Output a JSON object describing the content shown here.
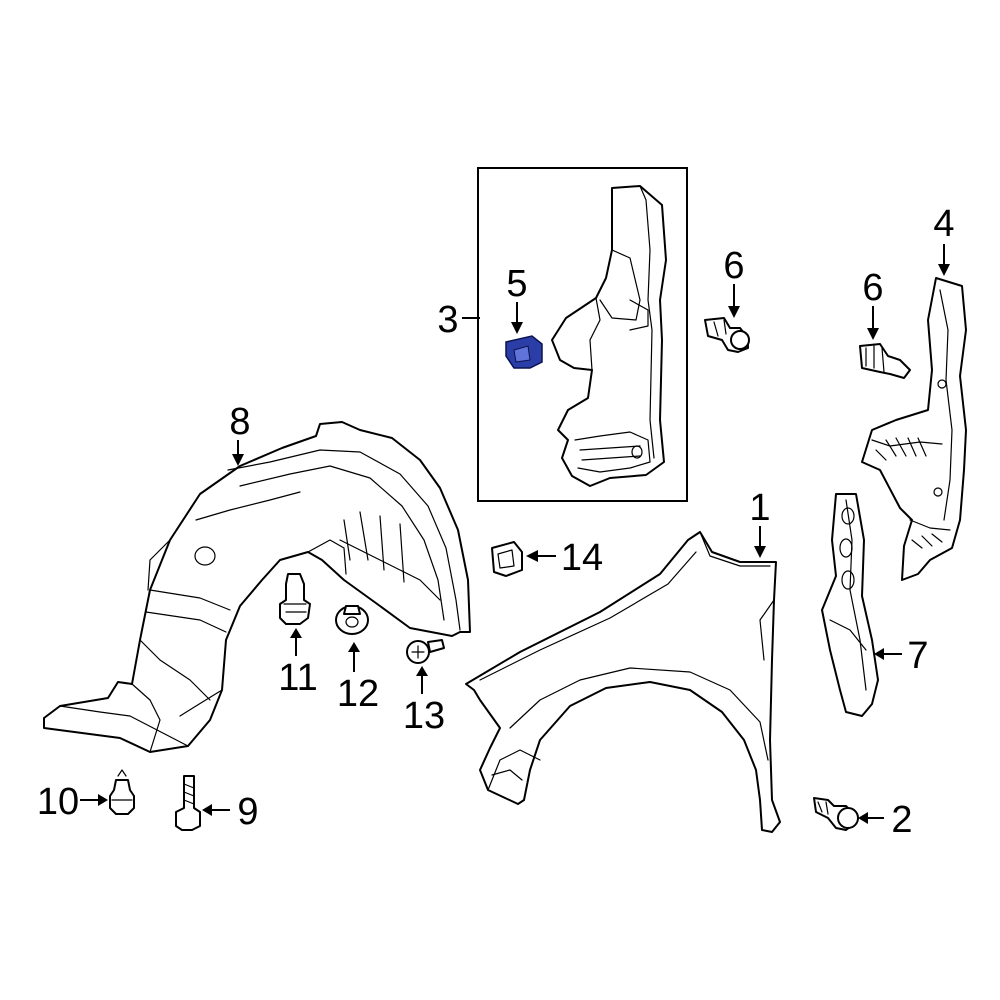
{
  "callouts": {
    "c1": "1",
    "c2": "2",
    "c3": "3",
    "c4": "4",
    "c5": "5",
    "c6a": "6",
    "c6b": "6",
    "c7": "7",
    "c8": "8",
    "c9": "9",
    "c10": "10",
    "c11": "11",
    "c12": "12",
    "c13": "13",
    "c14": "14"
  },
  "highlight_part": "5",
  "colors": {
    "line": "#000000",
    "background": "#ffffff",
    "highlight": "#2b3ea8"
  }
}
